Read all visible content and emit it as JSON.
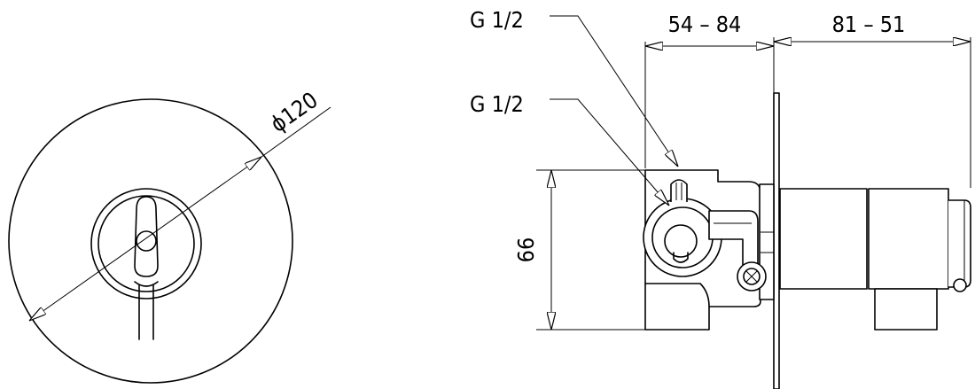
{
  "front_view": {
    "diameter_label": "ϕ120"
  },
  "side_view": {
    "thread_label_upper": "G 1/2",
    "thread_label_lower": "G 1/2",
    "dim_depth_label": "54 – 84",
    "dim_extension_label": "81 – 51",
    "dim_height_label": "66"
  }
}
